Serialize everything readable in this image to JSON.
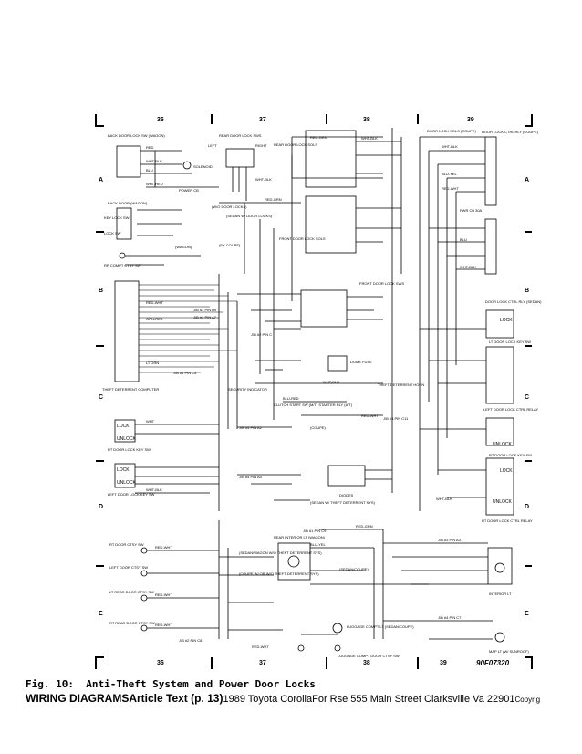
{
  "columns": [
    "36",
    "37",
    "38",
    "39"
  ],
  "rows": [
    "A",
    "B",
    "C",
    "D",
    "E"
  ],
  "diagram_code": "90F07320",
  "caption": {
    "figure": "Fig. 10:  Anti-Theft System and Power Door Locks",
    "section": "WIRING DIAGRAMS",
    "article": "Article Text (p. 13)",
    "vehicle": "1989 Toyota CorollaFor Rse 555 Main Street Clarksville Va 22901",
    "copyright": "Copyrig"
  },
  "labels": {
    "back_door_lock_sw_wagon": "BACK DOOR LOCK SW (WAGON)",
    "rear_door_lock_sws": "REAR DOOR LOCK SWS",
    "door_lock_sols_coupe": "DOOR LOCK SOLS (COUPE)",
    "door_lock_ctrl_rly_coupe": "DOOR LOCK CTRL RLY (COUPE)",
    "left": "LEFT",
    "right": "RIGHT",
    "rear_door_lock_sols": "REAR DOOR LOCK SOLS",
    "solenoid": "SOLENOID",
    "power_cb": "POWER CB",
    "back_door_wagon": "BACK DOOR (WAGON)",
    "key_lock_sw": "KEY LOCK SW",
    "lock_sw": "LOCK SW",
    "front_door_lock_sols": "FRONT DOOR LOCK SOLS",
    "pwr_cb_30a": "PWR CB 30A",
    "sedan_w_door_locks": "(SEDAN W/ DOOR LOCKS)",
    "ex_coupe": "(EX COUPE)",
    "w_o_door_locks": "(W/O DOOR LOCKS)",
    "wagon": "(WAGON)",
    "rr_compt_ctsy_sw": "RR COMPT CTSY SW",
    "theft_deterrent_computer": "THEFT DETERRENT COMPUTER",
    "front_door_lock_sws": "FRONT DOOR LOCK SWS",
    "door_lock_ctrl_rly_sedan": "DOOR LOCK CTRL RLY (SEDAN)",
    "dome_fuse": "DOME FUSE",
    "security_indicator": "SECURITY INDICATOR",
    "theft_deterrent_horn": "THEFT DETERRENT HORN",
    "clutch_start_sw": "CLUTCH START SW (M/T) STARTER RLY (A/T)",
    "left_door_lock_ctrl_relay": "LEFT DOOR LOCK CTRL RELAY",
    "lock": "LOCK",
    "unlock": "UNLOCK",
    "lt_door_lock_key_sw": "LT DOOR LOCK KEY SW",
    "rt_door_lock_key_sw": "RT DOOR LOCK KEY SW",
    "left_door_lock_key_sw": "LEFT DOOR LOCK KEY SW",
    "rt_door_lock_ctrl_relay": "RT DOOR LOCK CTRL RELAY",
    "diodes": "DIODES",
    "sedan_w_theft": "(SEDAN W/ THEFT DETERRENT SYS)",
    "rt_door_ctsy_sw": "RT DOOR CTSY SW",
    "left_door_ctsy_sw": "LEFT DOOR CTSY SW",
    "lt_rear_door_ctsy_sw": "LT REAR DOOR CTSY SW",
    "rt_rear_door_ctsy_sw": "RT REAR DOOR CTSY SW",
    "rear_interior_lt_wagon": "REAR INTERIOR LT (WAGON)",
    "interior_lt": "INTERIOR LT",
    "luggage_compt_lt": "LUGGAGE COMPT LT (SEDAN/COUPE)",
    "luggage_compt_door_ctsy_sw": "LUGGAGE COMPT DOOR CTSY SW",
    "map_lt_w_sunroof": "MAP LT (W/ SUNROOF)",
    "coupe": "(COUPE)",
    "sedan_coupe": "(SEDAN/COUPE)",
    "sedan_wagon": "(SEDAN/WAGON W/O THEFT DETERRENT SYS)",
    "coupe_w_theft": "(COUPE W/ OR W/O THEFT DETERRENT SYS)"
  },
  "wires": [
    "RED-GRN",
    "WHT-BLK",
    "BLU-YEL",
    "RED-WHT",
    "WHT-RED",
    "BLU",
    "RED",
    "WHT",
    "LT GRN",
    "BLU-RED",
    "GRN-RED",
    "WHT-BLU"
  ],
  "junctions": [
    "J/B #3 PIN B9",
    "J/B #3 PIN A7",
    "J/B #2 PIN C",
    "J/B #3 PIN C11",
    "J/B #1 PIN C5",
    "J/B #4 PIN A2",
    "J/B #4 PIN A4",
    "J/B #3 PIN A3",
    "J/B #4 PIN C7",
    "J/B #1 PIN C9",
    "J/B #2 PIN C8"
  ]
}
